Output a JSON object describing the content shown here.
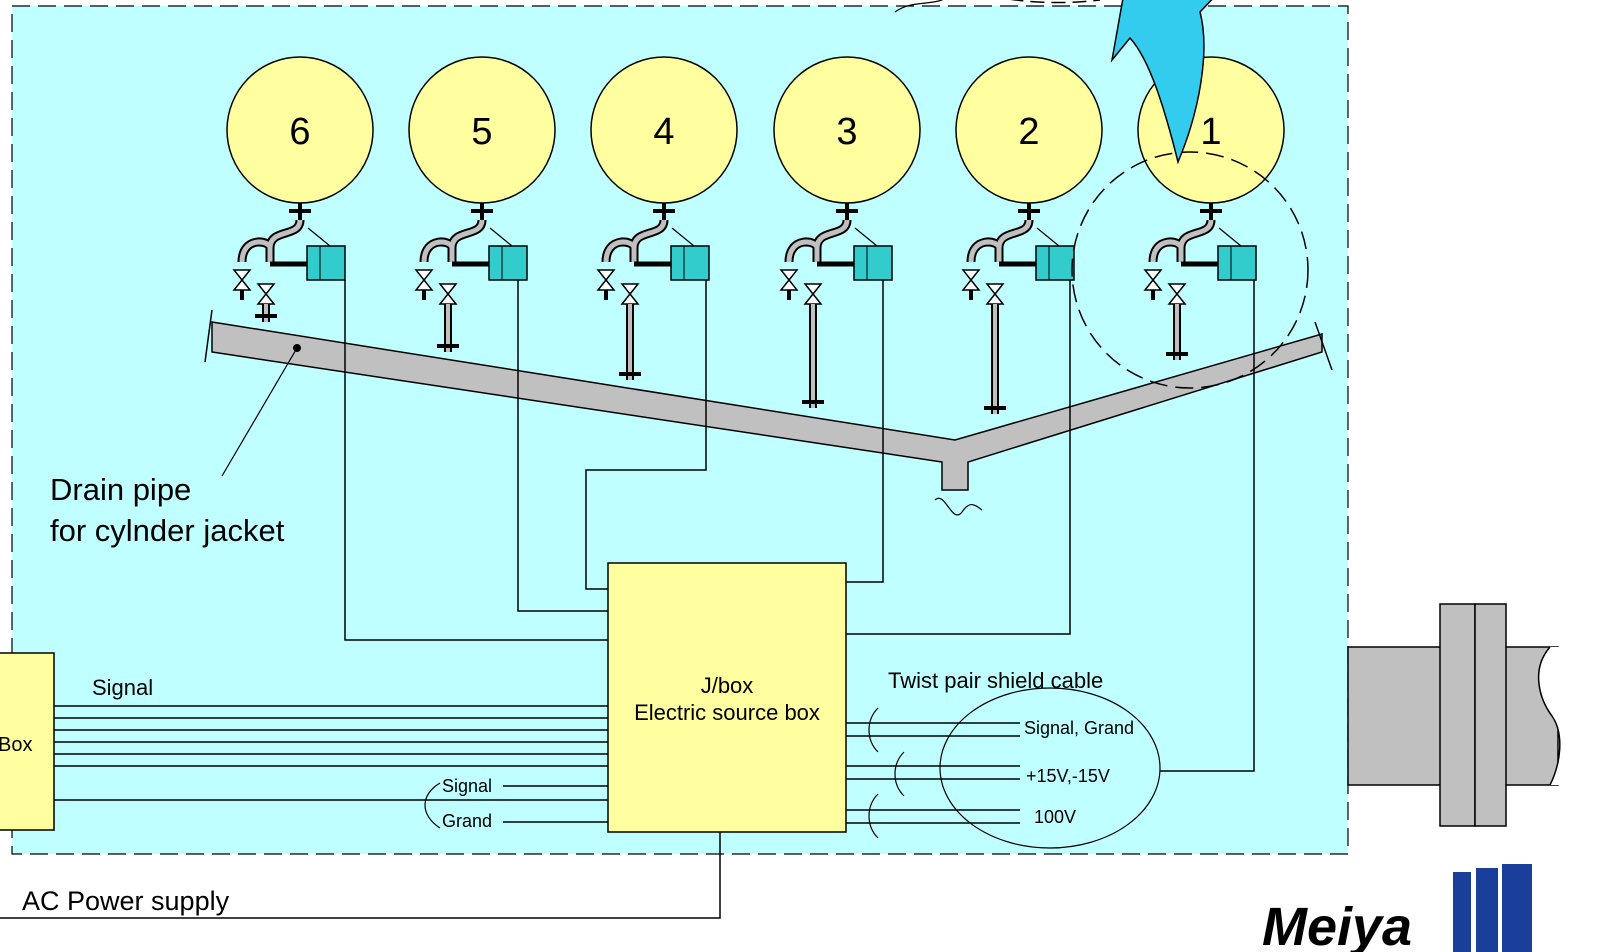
{
  "cylinders": [
    {
      "label": "6"
    },
    {
      "label": "5"
    },
    {
      "label": "4"
    },
    {
      "label": "3"
    },
    {
      "label": "2"
    },
    {
      "label": "1"
    }
  ],
  "labels": {
    "drain_pipe_line1": "Drain pipe",
    "drain_pipe_line2": "for cylnder jacket",
    "jbox_line1": "J/box",
    "jbox_line2": "Electric source box",
    "left_box": "Box",
    "signal": "Signal",
    "signal_small": "Signal",
    "grand_small": "Grand",
    "twist_pair": "Twist pair shield cable",
    "cable_signal_grand": "Signal, Grand",
    "cable_15v": "+15V,-15V",
    "cable_100v": "100V",
    "ac_power": "AC Power supply",
    "logo_text": "Meiya"
  },
  "colors": {
    "panel_bg": "#bfffff",
    "cylinder_fill": "#ffffa0",
    "box_fill": "#ffffa0",
    "sensor_fill": "#33cccc",
    "pipe_fill": "#c0c0c0",
    "arrow_fill": "#33ccee",
    "logo_blue": "#1a3f9a"
  }
}
